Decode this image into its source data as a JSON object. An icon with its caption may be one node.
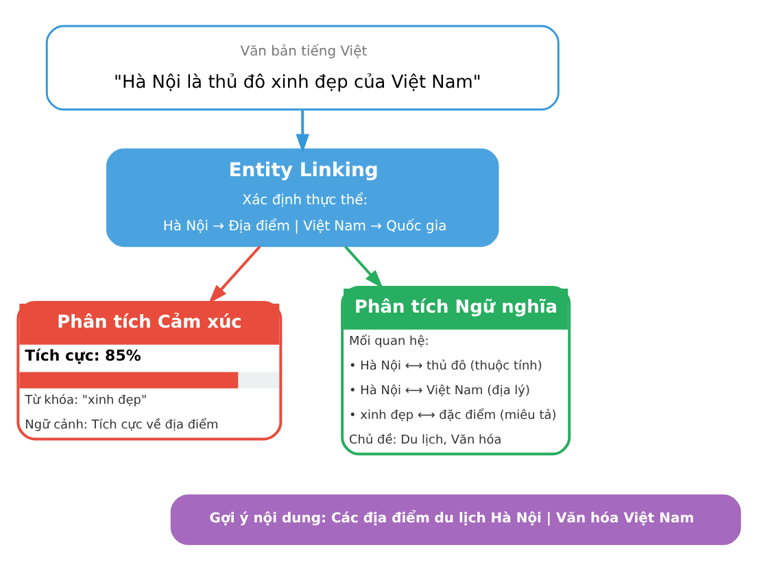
{
  "diagram": {
    "nodes": [
      {
        "text": [
          "Văn bản tiếng Việt",
          "\"Hà Nội là thủ đô xinh đẹp của Việt Nam\""
        ]
      },
      {
        "text": [
          "Entity Linking",
          "Xác định thực thể:",
          "Hà Nội → Địa điểm | Việt Nam → Quốc gia"
        ]
      },
      {
        "text": [
          "Phân tích Cảm xúc",
          "Tích cực: 85%",
          "Từ khóa: \"xinh đẹp\"",
          "Ngữ cảnh: Tích cực về địa điểm"
        ]
      },
      {
        "text": [
          "Phân tích Ngữ nghĩa",
          "Mối quan hệ:",
          "• Hà Nội ⟷ thủ đô (thuộc tính)",
          "• Hà Nội ⟷ Việt Nam (địa lý)",
          "• xinh đẹp ⟷ đặc điểm (miêu tả)",
          "Chủ đề: Du lịch, Văn hóa"
        ]
      },
      {
        "text": [
          "Gợi ý nội dung: Các địa điểm du lịch Hà Nội | Văn hóa Việt Nam"
        ]
      }
    ],
    "edges": [
      {
        "from": 0,
        "to": 1,
        "arrow": "to",
        "color": "#3498db"
      },
      {
        "from": 1,
        "to": 2,
        "arrow": "to",
        "color": "#e74c3c"
      },
      {
        "from": 1,
        "to": 3,
        "arrow": "to",
        "color": "#27ae60"
      }
    ]
  }
}
